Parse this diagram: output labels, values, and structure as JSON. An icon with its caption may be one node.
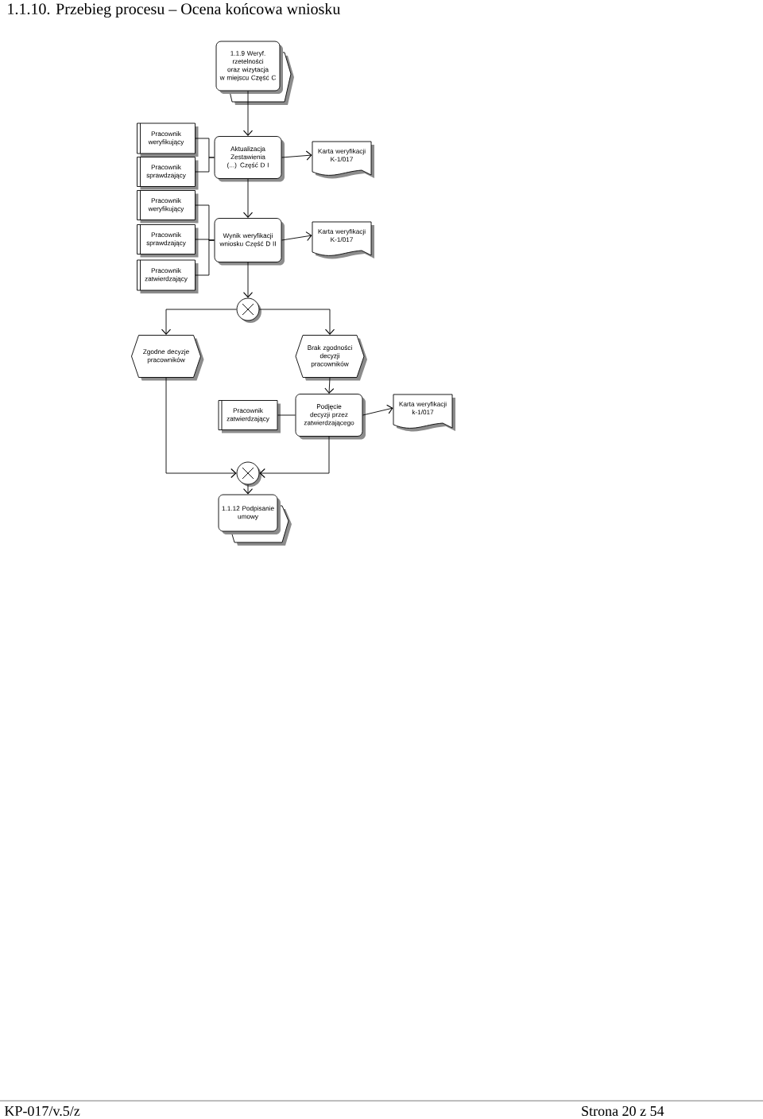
{
  "diagram": {
    "title": "1.1.10. Przebieg procesu – Ocena końcowa wniosku",
    "nodes": [
      {
        "text": [
          "1.1.9 Weryf. rzetelności oraz wizytacja w miejscu Część C"
        ]
      },
      {
        "text": [
          "Pracownik weryfikujący"
        ]
      },
      {
        "text": [
          "Pracownik sprawdzający"
        ]
      },
      {
        "text": [
          "Aktualizacja Zestawienia (...) Część D I"
        ]
      },
      {
        "text": [
          "Karta weryfikacji K-1/017"
        ]
      },
      {
        "text": [
          "Pracownik weryfikujący"
        ]
      },
      {
        "text": [
          "Pracownik sprawdzający"
        ]
      },
      {
        "text": [
          "Wynik weryfikacji wniosku Część D II"
        ]
      },
      {
        "text": [
          "Karta weryfikacji K-1/017"
        ]
      },
      {
        "text": [
          "Pracownik zatwierdzający"
        ]
      },
      {
        "text": [],
        "shape": "circle"
      },
      {
        "text": [
          "Zgodne decyzje pracowników"
        ]
      },
      {
        "text": [
          "Brak zgodności decyzji pracowników"
        ]
      },
      {
        "text": [
          "Pracownik zatwierdzający"
        ]
      },
      {
        "text": [
          "Podjęcie decyzji przez zatwierdzającego"
        ]
      },
      {
        "text": [
          "Karta weryfikacji k-1/017"
        ]
      },
      {
        "text": [],
        "shape": "circle"
      },
      {
        "text": [
          "1.1.12 Podpisanie umowy"
        ]
      }
    ],
    "edges": [
      {
        "from": 0,
        "to": 3,
        "arrow": "to"
      },
      {
        "from": 1,
        "to": 3,
        "arrow": "none"
      },
      {
        "from": 2,
        "to": 3,
        "arrow": "none"
      },
      {
        "from": 3,
        "to": 4,
        "arrow": "to"
      },
      {
        "from": 3,
        "to": 7,
        "arrow": "to"
      },
      {
        "from": 5,
        "to": 7,
        "arrow": "none"
      },
      {
        "from": 6,
        "to": 7,
        "arrow": "none"
      },
      {
        "from": 9,
        "to": 7,
        "arrow": "none"
      },
      {
        "from": 7,
        "to": 8,
        "arrow": "to"
      },
      {
        "from": 7,
        "to": 10,
        "arrow": "to"
      },
      {
        "from": 10,
        "to": 11,
        "arrow": "to"
      },
      {
        "from": 10,
        "to": 12,
        "arrow": "to"
      },
      {
        "from": 12,
        "to": 14,
        "arrow": "to"
      },
      {
        "from": 13,
        "to": 14,
        "arrow": "none"
      },
      {
        "from": 14,
        "to": 15,
        "arrow": "to"
      },
      {
        "from": 11,
        "to": 16,
        "arrow": "to"
      },
      {
        "from": 14,
        "to": 16,
        "arrow": "to"
      },
      {
        "from": 16,
        "to": 17,
        "arrow": "to"
      }
    ],
    "labels": [
      "KP-017/v.5/z",
      "Strona 20 z 54"
    ]
  }
}
